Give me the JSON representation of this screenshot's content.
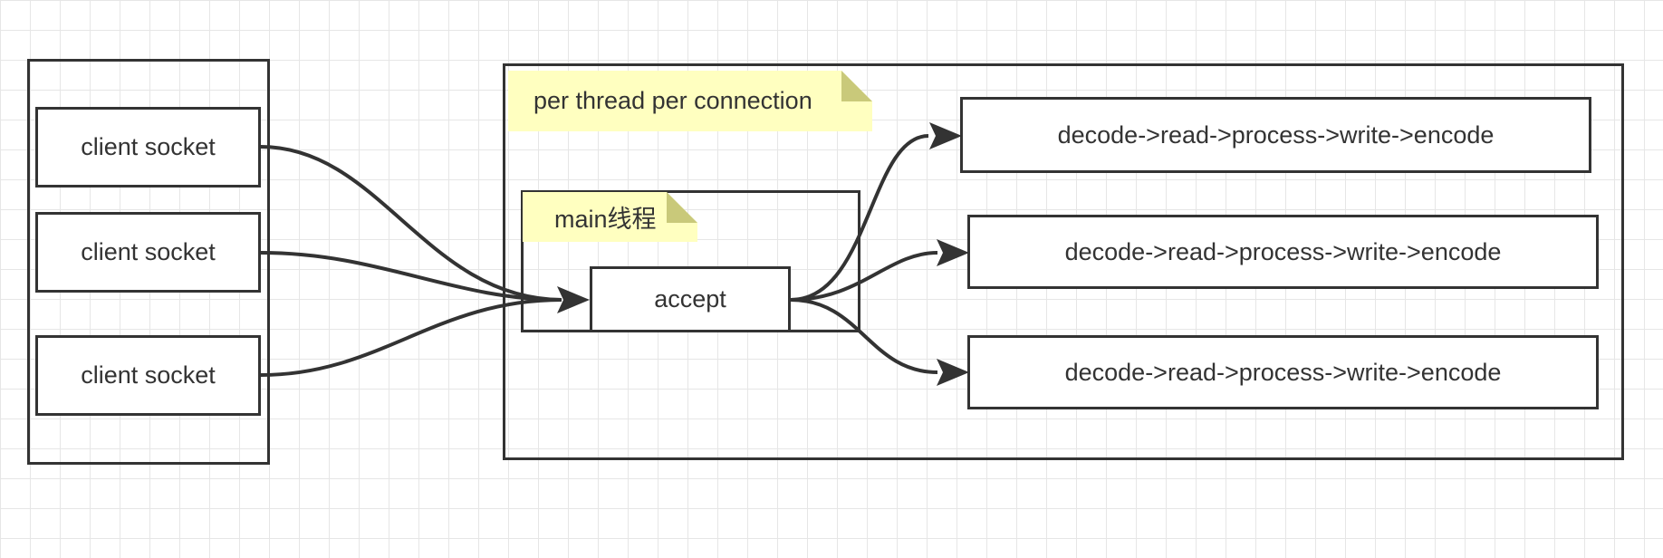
{
  "clients": {
    "items": [
      {
        "label": "client socket"
      },
      {
        "label": "client socket"
      },
      {
        "label": "client socket"
      }
    ]
  },
  "server": {
    "note": "per thread per connection",
    "main_note": "main线程",
    "accept_label": "accept",
    "handlers": [
      {
        "label": "decode->read->process->write->encode"
      },
      {
        "label": "decode->read->process->write->encode"
      },
      {
        "label": "decode->read->process->write->encode"
      }
    ]
  },
  "colors": {
    "stroke": "#333333",
    "note_fill": "#ffffc0",
    "note_fold": "#c9c97a",
    "grid": "#e6e6e6"
  }
}
